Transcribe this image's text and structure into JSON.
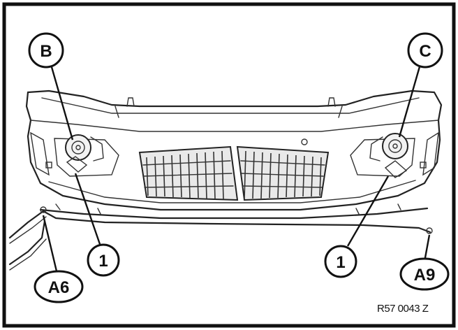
{
  "labels": {
    "fog_lamp_left": "B",
    "fog_lamp_right": "C",
    "screw_left": "1",
    "screw_right": "1",
    "connector_left": "A6",
    "connector_right": "A9"
  },
  "reference_code": "R57 0043 Z"
}
